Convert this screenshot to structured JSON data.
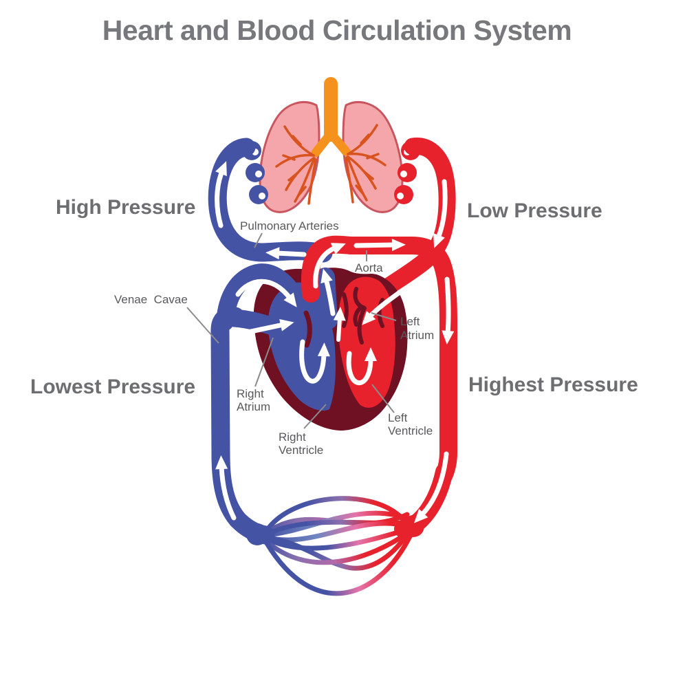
{
  "title": "Heart and Blood Circulation System",
  "pressure_labels": {
    "high": "High Pressure",
    "low": "Low Pressure",
    "lowest": "Lowest Pressure",
    "highest": "Highest Pressure"
  },
  "anatomy_labels": {
    "pulmonary_arteries": "Pulmonary Arteries",
    "aorta": "Aorta",
    "venae_cavae": "Venae  Cavae",
    "left_atrium": [
      "Left",
      "Atrium"
    ],
    "right_atrium": [
      "Right",
      "Atrium"
    ],
    "right_ventricle": [
      "Right",
      "Ventricle"
    ],
    "left_ventricle": [
      "Left",
      "Ventricle"
    ]
  },
  "colors": {
    "background": "#ffffff",
    "title_gray": "#77787b",
    "pressure_gray": "#6d6e71",
    "label_gray": "#58595b",
    "pointer_gray": "#8a8b8d",
    "vein_blue": "#4553a5",
    "artery_red": "#e8222d",
    "heart_maroon": "#701023",
    "lung_pink": "#f4a6aa",
    "lung_outline": "#c9565e",
    "trachea_orange": "#f5921e",
    "bronchi_orange": "#d9531e",
    "capillary_slate": "#6f86c0",
    "capillary_purple": "#8a6fae",
    "capillary_mauve": "#b568a9",
    "capillary_pink": "#e573a9",
    "arrow_white": "#ffffff"
  }
}
